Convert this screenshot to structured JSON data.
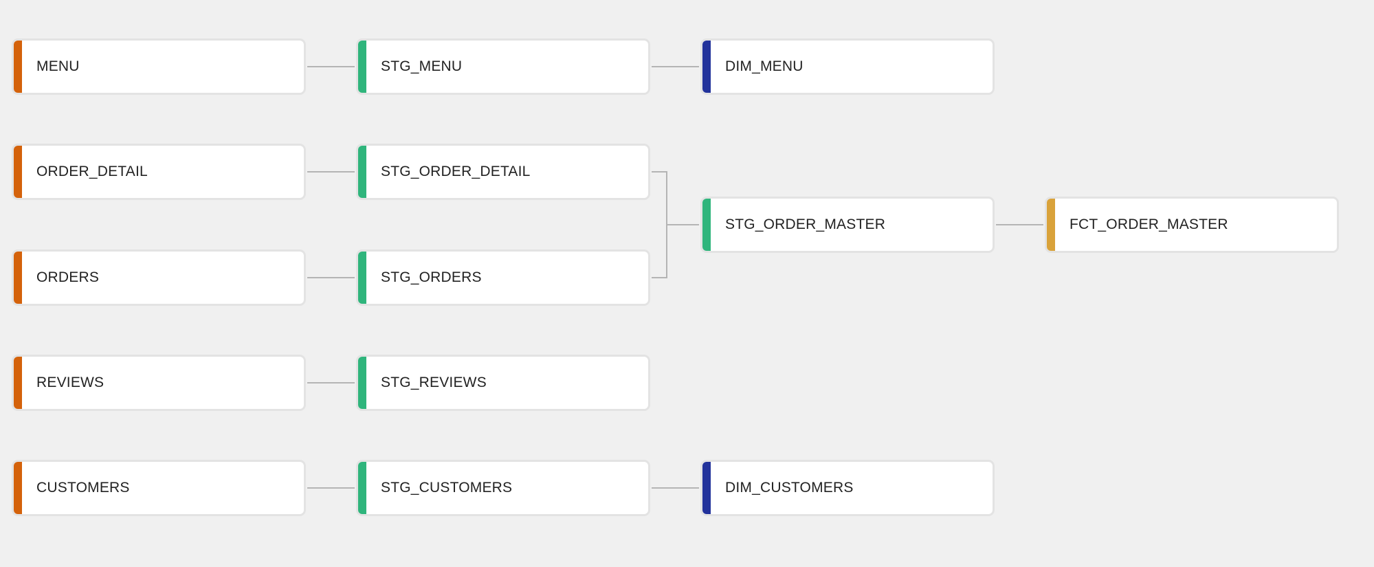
{
  "colors": {
    "source": "#d4620b",
    "staging": "#2fb57c",
    "dimension": "#22329b",
    "fact": "#d9a23a",
    "edge": "#b4b4b4",
    "background": "#f0f0f0"
  },
  "nodes": {
    "menu": {
      "label": "MENU",
      "kind": "source"
    },
    "stg_menu": {
      "label": "STG_MENU",
      "kind": "staging"
    },
    "dim_menu": {
      "label": "DIM_MENU",
      "kind": "dimension"
    },
    "order_detail": {
      "label": "ORDER_DETAIL",
      "kind": "source"
    },
    "stg_order_detail": {
      "label": "STG_ORDER_DETAIL",
      "kind": "staging"
    },
    "stg_order_master": {
      "label": "STG_ORDER_MASTER",
      "kind": "staging"
    },
    "fct_order_master": {
      "label": "FCT_ORDER_MASTER",
      "kind": "fact"
    },
    "orders": {
      "label": "ORDERS",
      "kind": "source"
    },
    "stg_orders": {
      "label": "STG_ORDERS",
      "kind": "staging"
    },
    "reviews": {
      "label": "REVIEWS",
      "kind": "source"
    },
    "stg_reviews": {
      "label": "STG_REVIEWS",
      "kind": "staging"
    },
    "customers": {
      "label": "CUSTOMERS",
      "kind": "source"
    },
    "stg_customers": {
      "label": "STG_CUSTOMERS",
      "kind": "staging"
    },
    "dim_customers": {
      "label": "DIM_CUSTOMERS",
      "kind": "dimension"
    }
  },
  "edges": [
    [
      "menu",
      "stg_menu"
    ],
    [
      "stg_menu",
      "dim_menu"
    ],
    [
      "order_detail",
      "stg_order_detail"
    ],
    [
      "stg_order_detail",
      "stg_order_master"
    ],
    [
      "orders",
      "stg_orders"
    ],
    [
      "stg_orders",
      "stg_order_master"
    ],
    [
      "stg_order_master",
      "fct_order_master"
    ],
    [
      "reviews",
      "stg_reviews"
    ],
    [
      "customers",
      "stg_customers"
    ],
    [
      "stg_customers",
      "dim_customers"
    ]
  ]
}
